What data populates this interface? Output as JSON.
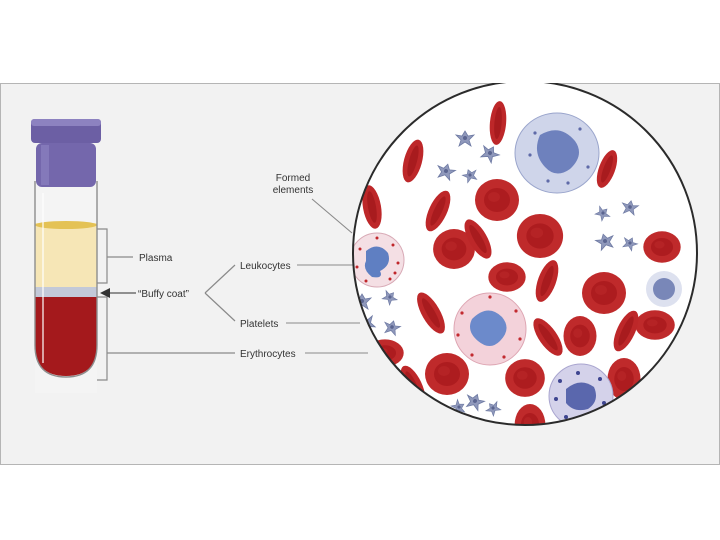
{
  "labels": {
    "plasma": "Plasma",
    "buffy_coat": "“Buffy coat”",
    "erythrocytes": "Erythrocytes",
    "leukocytes": "Leukocytes",
    "platelets": "Platelets",
    "formed_elements_line1": "Formed",
    "formed_elements_line2": "elements"
  },
  "colors": {
    "panel_background": "#f2f2f2",
    "cap": "#7a6fb0",
    "plasma": "#f6e7ba",
    "plasma_surface": "#e7c65c",
    "buffy_coat": "#c6cbd9",
    "blood": "#a51b1d",
    "rbc": "#c0282a",
    "rbc_center": "#b01d20",
    "leukocyte_cytoplasm": "#f3d6de",
    "leukocyte_nucleus": "#6f88c4",
    "platelet": "#8c97b8"
  },
  "icons": {
    "test_tube": "test-tube-icon",
    "magnified_view": "blood-smear-icon"
  }
}
